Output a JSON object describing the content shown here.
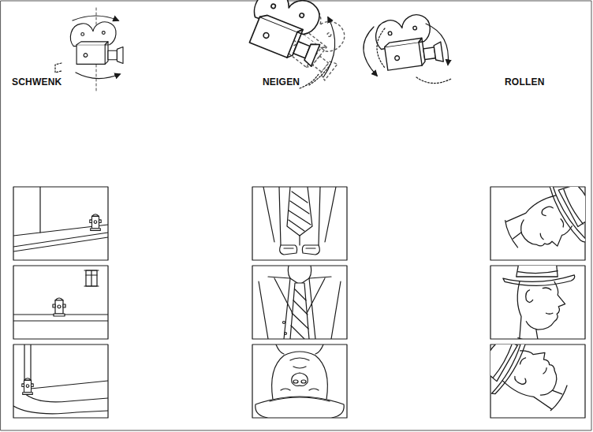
{
  "diagram": {
    "labels": [
      "SCHWENK",
      "NEIGEN",
      "ROLLEN"
    ]
  }
}
